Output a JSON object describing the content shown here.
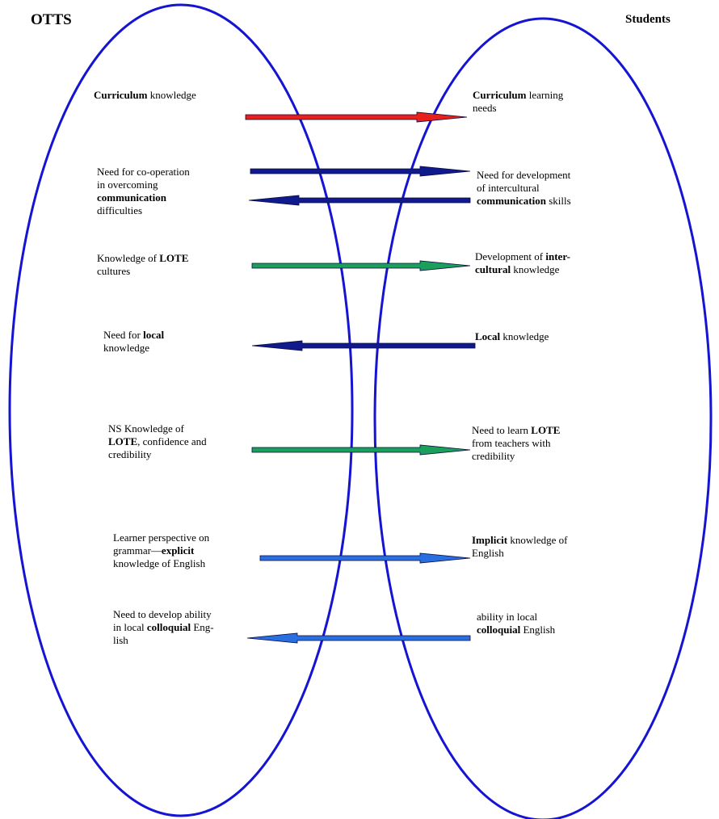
{
  "headers": {
    "left": "OTTS",
    "right": "Students"
  },
  "colors": {
    "ellipse": "#1414d2",
    "red": "#e8201c",
    "navy": "#101a8c",
    "green": "#1aa05a",
    "blue": "#2a6fe0"
  },
  "rows": [
    {
      "left": [
        {
          "t": "Curriculum",
          "b": true
        },
        {
          "t": " knowledge",
          "b": false
        }
      ],
      "right": [
        {
          "t": "Curriculum",
          "b": true
        },
        {
          "t": " learning\nneeds",
          "b": false
        }
      ],
      "arrows": [
        {
          "direction": "right",
          "color": "red"
        }
      ]
    },
    {
      "left": [
        {
          "t": "Need for co-operation\nin overcoming\n",
          "b": false
        },
        {
          "t": "communication",
          "b": true
        },
        {
          "t": "\ndifficulties",
          "b": false
        }
      ],
      "right": [
        {
          "t": "Need for development\nof intercultural\n",
          "b": false
        },
        {
          "t": "communication",
          "b": true
        },
        {
          "t": " skills",
          "b": false
        }
      ],
      "arrows": [
        {
          "direction": "right",
          "color": "navy"
        },
        {
          "direction": "left",
          "color": "navy"
        }
      ]
    },
    {
      "left": [
        {
          "t": "Knowledge of ",
          "b": false
        },
        {
          "t": "LOTE",
          "b": true
        },
        {
          "t": "\ncultures",
          "b": false
        }
      ],
      "right": [
        {
          "t": "Development of ",
          "b": false
        },
        {
          "t": "inter-\ncultural",
          "b": true
        },
        {
          "t": " knowledge",
          "b": false
        }
      ],
      "arrows": [
        {
          "direction": "right",
          "color": "green"
        }
      ]
    },
    {
      "left": [
        {
          "t": "Need for ",
          "b": false
        },
        {
          "t": "local",
          "b": true
        },
        {
          "t": "\nknowledge",
          "b": false
        }
      ],
      "right": [
        {
          "t": "Local",
          "b": true
        },
        {
          "t": " knowledge",
          "b": false
        }
      ],
      "arrows": [
        {
          "direction": "left",
          "color": "navy"
        }
      ]
    },
    {
      "left": [
        {
          "t": "NS Knowledge of\n",
          "b": false
        },
        {
          "t": "LOTE",
          "b": true
        },
        {
          "t": ", confidence and\ncredibility",
          "b": false
        }
      ],
      "right": [
        {
          "t": "Need to learn  ",
          "b": false
        },
        {
          "t": "LOTE",
          "b": true
        },
        {
          "t": "\nfrom teachers with\n credibility",
          "b": false
        }
      ],
      "arrows": [
        {
          "direction": "right",
          "color": "green"
        }
      ]
    },
    {
      "left": [
        {
          "t": "Learner perspective on\ngrammar—",
          "b": false
        },
        {
          "t": "explicit",
          "b": true
        },
        {
          "t": "\nknowledge of English",
          "b": false
        }
      ],
      "right": [
        {
          "t": "Implicit",
          "b": true
        },
        {
          "t": " knowledge of\n   English",
          "b": false
        }
      ],
      "arrows": [
        {
          "direction": "right",
          "color": "blue"
        }
      ]
    },
    {
      "left": [
        {
          "t": "Need to develop ability\nin local ",
          "b": false
        },
        {
          "t": "colloquial",
          "b": true
        },
        {
          "t": " Eng-\nlish",
          "b": false
        }
      ],
      "right": [
        {
          "t": "ability in local\n",
          "b": false
        },
        {
          "t": "colloquial",
          "b": true
        },
        {
          "t": " English",
          "b": false
        }
      ],
      "arrows": [
        {
          "direction": "left",
          "color": "blue"
        }
      ]
    }
  ]
}
